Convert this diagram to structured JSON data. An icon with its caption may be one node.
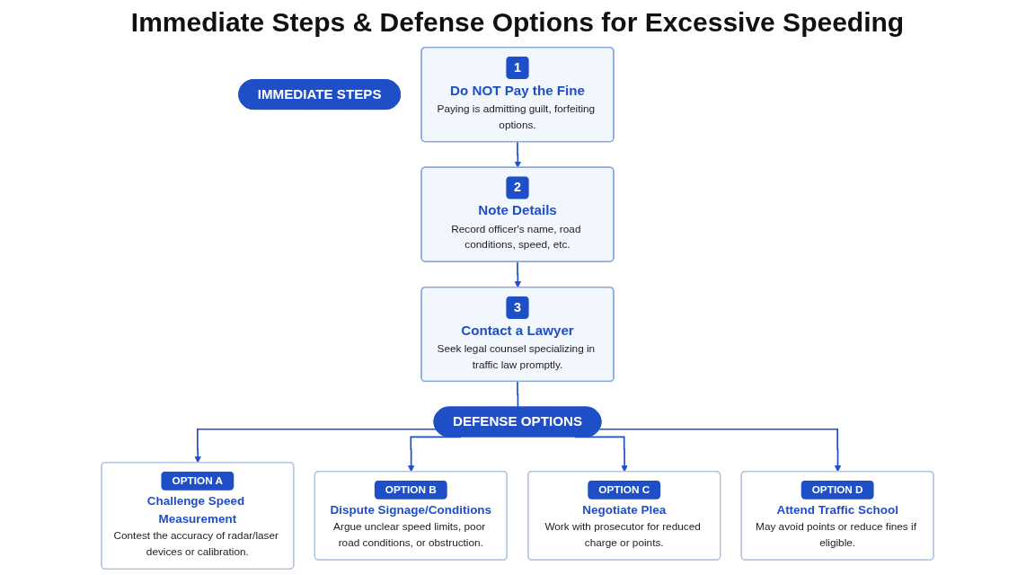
{
  "diagram": {
    "title": "Immediate Steps & Defense Options for Excessive Speeding",
    "nodes": [
      {
        "text": [
          "IMMEDIATE STEPS"
        ]
      },
      {
        "text": [
          "1",
          "Do NOT Pay the Fine",
          "Paying is admitting guilt, forfeiting options."
        ]
      },
      {
        "text": [
          "2",
          "Note Details",
          "Record officer's name, road conditions, speed, etc."
        ]
      },
      {
        "text": [
          "3",
          "Contact a Lawyer",
          "Seek legal counsel specializing in traffic law promptly."
        ]
      },
      {
        "text": [
          "DEFENSE OPTIONS"
        ]
      },
      {
        "text": [
          "OPTION A",
          "Challenge Speed Measurement",
          "Contest the accuracy of radar/laser devices or calibration."
        ]
      },
      {
        "text": [
          "OPTION B",
          "Dispute Signage/Conditions",
          "Argue unclear speed limits, poor road conditions, or obstruction."
        ]
      },
      {
        "text": [
          "OPTION C",
          "Negotiate Plea",
          "Work with prosecutor for reduced charge or points."
        ]
      },
      {
        "text": [
          "OPTION D",
          "Attend Traffic School",
          "May avoid points or reduce fines if eligible."
        ]
      }
    ],
    "edges": [
      {
        "from": 1,
        "to": 2,
        "arrow": "to"
      },
      {
        "from": 2,
        "to": 3,
        "arrow": "to"
      },
      {
        "from": 3,
        "to": 4,
        "arrow": "none"
      },
      {
        "from": 4,
        "to": 5,
        "arrow": "to"
      },
      {
        "from": 4,
        "to": 6,
        "arrow": "to"
      },
      {
        "from": 4,
        "to": 7,
        "arrow": "to"
      },
      {
        "from": 4,
        "to": 8,
        "arrow": "to"
      }
    ]
  }
}
